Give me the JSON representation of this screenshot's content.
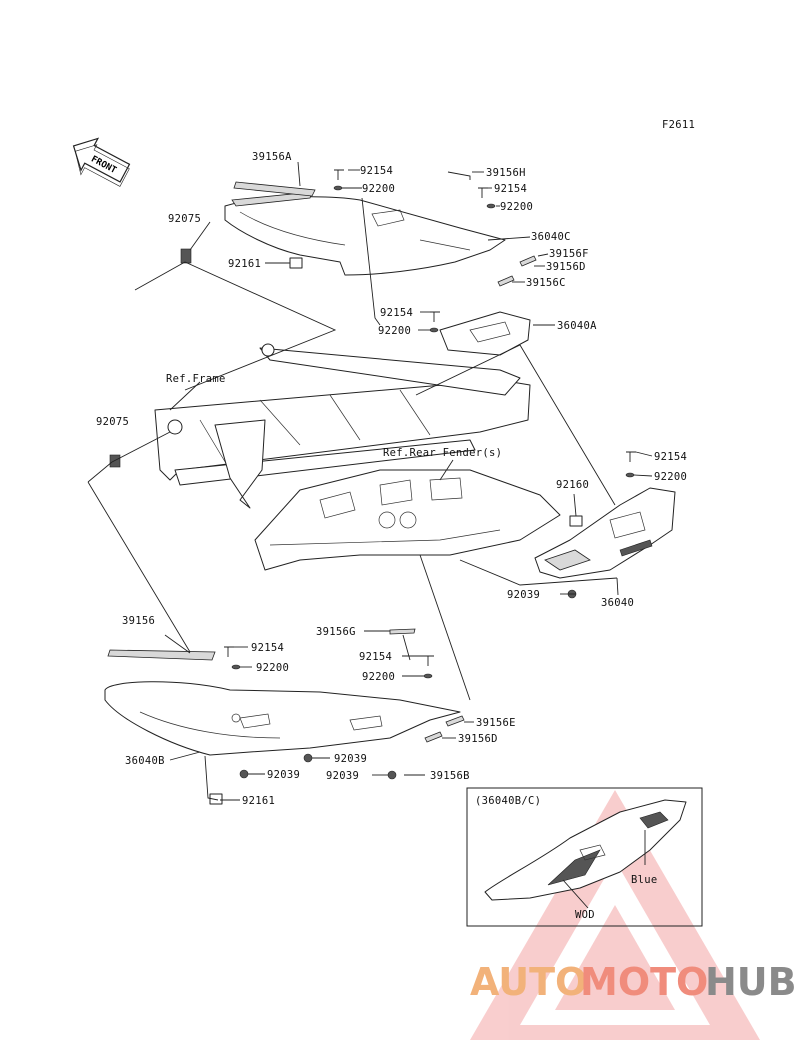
{
  "diagram": {
    "code": "F2611",
    "front_arrow": "FRONT",
    "reference_labels": {
      "frame": "Ref.Frame",
      "rear_fender": "Ref.Rear Fender(s)"
    },
    "inset": {
      "title": "(36040B/C)",
      "color_blue": "Blue",
      "color_wod": "WOD"
    },
    "parts": [
      "39156A",
      "92154",
      "92200",
      "39156H",
      "92154",
      "92200",
      "36040C",
      "39156F",
      "39156D",
      "39156C",
      "92075",
      "92161",
      "92154",
      "92200",
      "36040A",
      "92075",
      "92154",
      "92200",
      "92160",
      "92039",
      "36040",
      "39156",
      "92154",
      "92200",
      "39156G",
      "92154",
      "92200",
      "39156E",
      "39156D",
      "36040B",
      "92039",
      "92039",
      "92039",
      "39156B",
      "92161"
    ]
  },
  "watermark": {
    "part1": "AUTO",
    "part2": "MOTO",
    "part3": "HUB",
    "colors": {
      "auto": "#f2b27a",
      "moto": "#f08c7c",
      "hub": "#8a8a8a",
      "triangle": "#f4a6a6"
    }
  }
}
